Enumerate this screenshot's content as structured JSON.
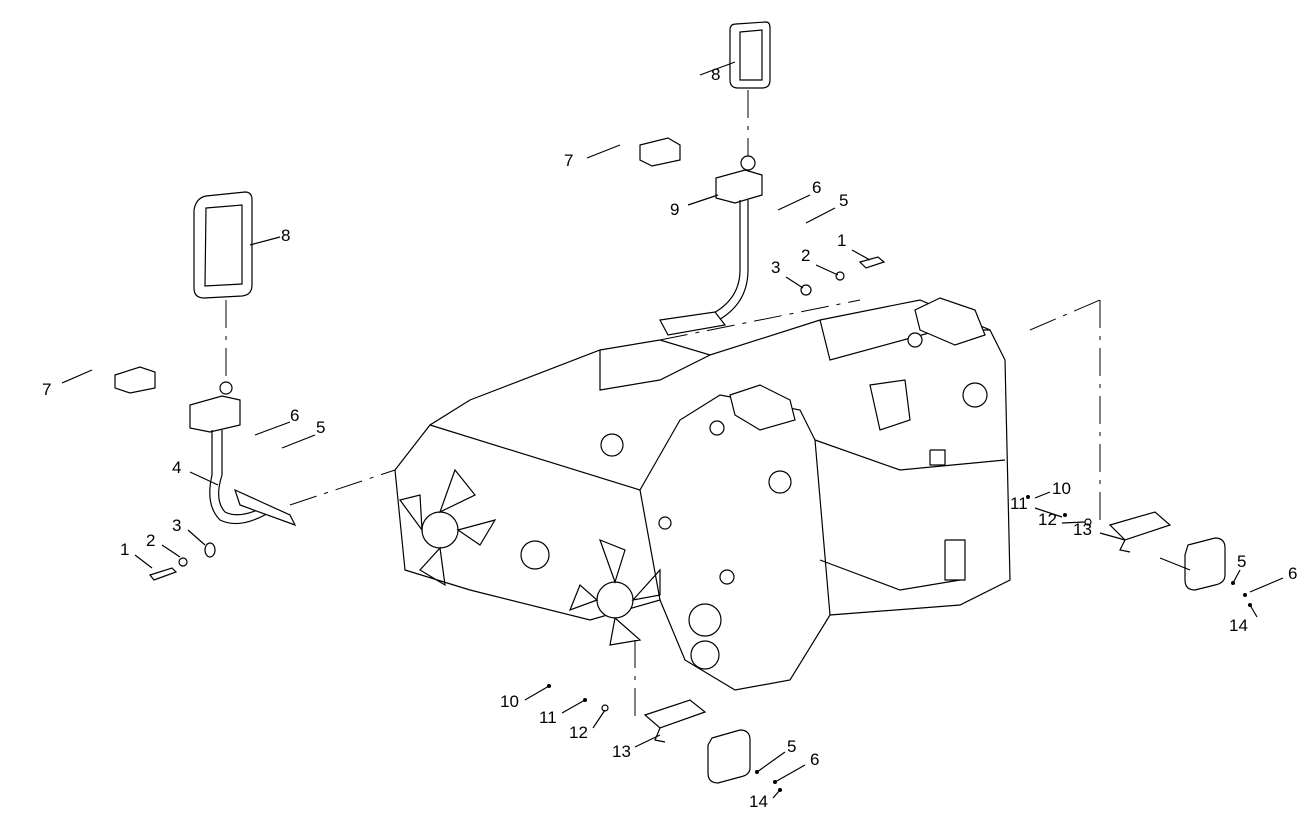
{
  "diagram": {
    "type": "exploded-parts-diagram",
    "callouts": {
      "top_mirror": [
        "8",
        "7",
        "9",
        "6",
        "5",
        "1",
        "2",
        "3"
      ],
      "left_mirror": [
        "8",
        "7",
        "6",
        "5",
        "4",
        "3",
        "2",
        "1"
      ],
      "right_light": [
        "10",
        "11",
        "12",
        "13",
        "5",
        "6",
        "14"
      ],
      "bottom_light": [
        "10",
        "11",
        "12",
        "13",
        "5",
        "6",
        "14"
      ]
    }
  }
}
